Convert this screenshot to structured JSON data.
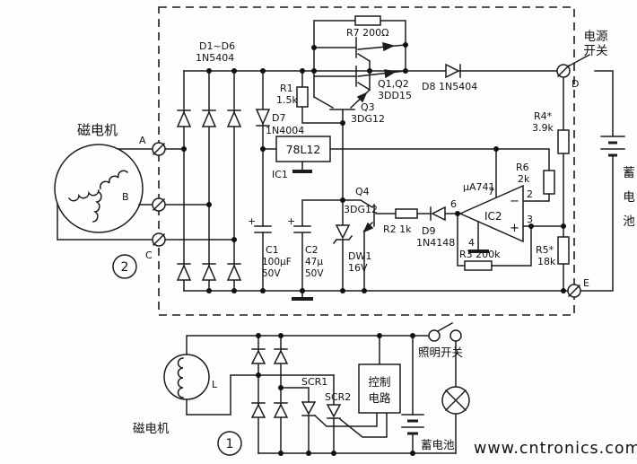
{
  "colors": {
    "line": "#1c1c1c",
    "background": "#fdfdfd",
    "watermark": "#b2dcae"
  },
  "watermark": "www.cntronics.com",
  "c2": {
    "num": "2",
    "magneto": "磁电机",
    "termA": "A",
    "termB": "B",
    "termC": "C",
    "termD": "D",
    "termE": "E",
    "d1d6": "D1~D6",
    "d1d6p": "1N5404",
    "r1": "R1",
    "r1v": "1.5k",
    "d7": "D7",
    "d7p": "1N4004",
    "r7": "R7  200Ω",
    "q12": "Q1,Q2",
    "q12p": "3DD15",
    "q3": "Q3",
    "q3p": "3DG12",
    "d8": "D8  1N5404",
    "sw1": "电源",
    "sw2": "开关",
    "reg": "78L12",
    "ic1": "IC1",
    "r4": "R4*",
    "r4v": "3.9k",
    "r6": "R6",
    "r6v": "2k",
    "r5": "R5*",
    "r5v": "18k",
    "opamp": "μA741",
    "ic2": "IC2",
    "p2": "2",
    "p3": "3",
    "p4": "4",
    "p6": "6",
    "p7": "7",
    "minus": "−",
    "plus": "+",
    "r3": "R3  200k",
    "r2": "R2  1k",
    "d9": "D9",
    "d9p": "1N4148",
    "q4": "Q4",
    "q4p": "3DG12",
    "dw1": "DW1",
    "dw1v": "16V",
    "cap1": "C1",
    "cap1v": "100μF",
    "cap1u": "50V",
    "cap2": "C2",
    "cap2v": "47μ",
    "cap2u": "50V",
    "cplus": "+",
    "bat1": "蓄",
    "bat2": "电",
    "bat3": "池"
  },
  "c1": {
    "num": "1",
    "magneto": "磁电机",
    "coil": "L",
    "scr1": "SCR1",
    "scr2": "SCR2",
    "ctl1": "控制",
    "ctl2": "电路",
    "lsw": "照明开关",
    "bat": "蓄电池"
  }
}
